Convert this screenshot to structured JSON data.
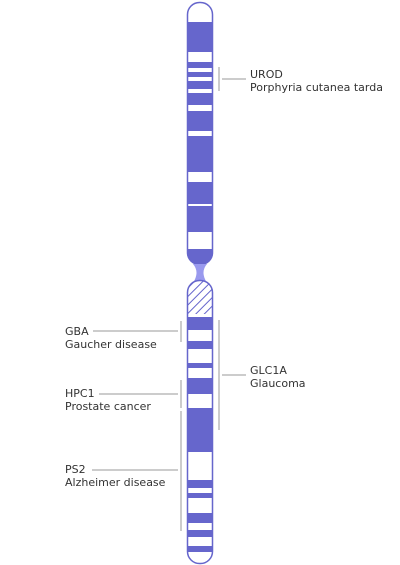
{
  "colors": {
    "band": "#6666cc",
    "gap": "#ffffff",
    "outline": "#6666cc",
    "hatch": "#6666cc",
    "leader": "#999999"
  },
  "annotations": {
    "urod": {
      "gene": "UROD",
      "disease": "Porphyria cutanea tarda"
    },
    "gba": {
      "gene": "GBA",
      "disease": "Gaucher disease"
    },
    "glc1a": {
      "gene": "GLC1A",
      "disease": "Glaucoma"
    },
    "hpc1": {
      "gene": "HPC1",
      "disease": "Prostate cancer"
    },
    "ps2": {
      "gene": "PS2",
      "disease": "Alzheimer disease"
    }
  }
}
